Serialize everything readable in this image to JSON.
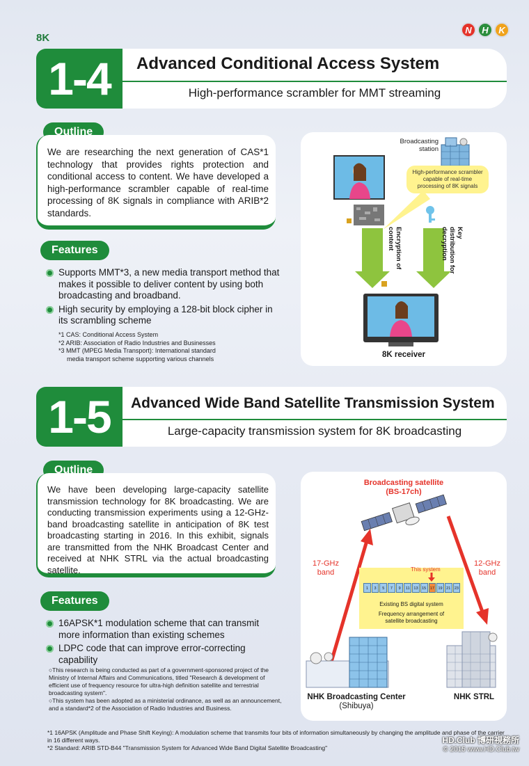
{
  "page": {
    "section_tag": "8K",
    "logo": [
      "N",
      "H",
      "K"
    ]
  },
  "s14": {
    "number": "1-4",
    "title": "Advanced Conditional Access System",
    "subtitle": "High-performance scrambler for MMT streaming",
    "outline_label": "Outline",
    "outline": "We are researching the next generation of CAS*1 technology that provides rights protection and conditional access to content. We have developed a high-performance scrambler capable of real-time processing of 8K signals in compliance with ARIB*2 standards.",
    "features_label": "Features",
    "features": [
      "Supports MMT*3, a new media transport method that makes it possible to deliver content by using both broadcasting and broadband.",
      "High security by employing a 128-bit block cipher in its scrambling scheme"
    ],
    "notes": [
      "*1 CAS: Conditional Access System",
      "*2 ARIB: Association of Radio Industries and Businesses",
      "*3 MMT (MPEG Media Transport): International standard",
      "media transport scheme supporting various channels"
    ],
    "diagram": {
      "station": "Broadcasting station",
      "bubble": "High-performance scrambler capable of real-time processing of 8K signals",
      "encryption": "Encryption of content",
      "key": "Key distribution for decryption",
      "receiver": "8K receiver"
    }
  },
  "s15": {
    "number": "1-5",
    "title": "Advanced Wide Band Satellite Transmission System",
    "subtitle": "Large-capacity transmission system for 8K broadcasting",
    "outline_label": "Outline",
    "outline": "We have been developing large-capacity satellite transmission technology for 8K broadcasting. We are conducting transmission experiments using a 12-GHz-band broadcasting satellite in anticipation of 8K test broadcasting starting in 2016. In this exhibit, signals are transmitted from the NHK Broadcast Center and received at NHK STRL via the actual broadcasting satellite.",
    "features_label": "Features",
    "features": [
      "16APSK*1 modulation scheme that can transmit more information than existing schemes",
      "LDPC code that can improve error-correcting capability"
    ],
    "notes": [
      "○This research is being conducted as part of a government-sponsored project of the Ministry of Internal Affairs and Communications, titled \"Research & development of efficient use of frequency resource for ultra-high definition satellite and terrestrial broadcasting system\".",
      "○This system has been adopted as a ministerial ordinance, as well as an announcement, and a standard*2 of the Association of Radio Industries and Business."
    ],
    "diagram": {
      "satellite_title": "Broadcasting satellite",
      "satellite_ch": "(BS-17ch)",
      "up": "17-GHz band",
      "down": "12-GHz band",
      "this_system": "This system",
      "channels": [
        "1",
        "3",
        "5",
        "7",
        "9",
        "11",
        "13",
        "15",
        "17",
        "19",
        "21",
        "23"
      ],
      "existing": "Existing BS digital system",
      "freq": "Frequency arrangement of satellite broadcasting",
      "center": "NHK Broadcasting Center",
      "center_sub": "(Shibuya)",
      "strl": "NHK STRL"
    }
  },
  "footnotes": [
    "*1 16APSK (Amplitude and Phase Shift Keying): A modulation scheme that transmits four bits of information simultaneously by changing the amplitude and phase of the carrier in 16 different ways.",
    "*2 Standard: ARIB STD-B44 \"Transmission System for Advanced Wide Band Digital Satellite Broadcasting\""
  ],
  "watermark": {
    "line1": "HD.Club 博研視務所",
    "line2": "© 2015 www.HD.Club.tw"
  },
  "colors": {
    "green": "#1f8c3b",
    "red": "#e5332a",
    "yellow": "#fff38f"
  }
}
